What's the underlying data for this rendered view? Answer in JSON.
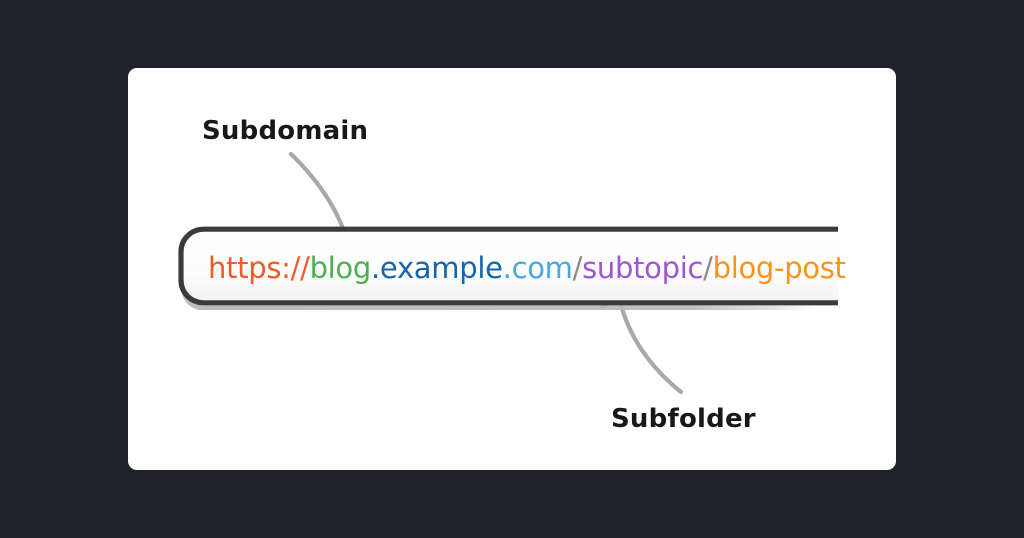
{
  "canvas": {
    "background_color": "#1f2329",
    "card_color": "#ffffff"
  },
  "diagram": {
    "title_text": "",
    "annotations": [
      {
        "id": "subdomain",
        "label": "Subdomain",
        "color": "#16181c",
        "points_to": "blog",
        "arrow_direction": "down",
        "arrow_color": "#a8a8a8"
      },
      {
        "id": "subfolder",
        "label": "Subfolder",
        "color": "#16181c",
        "points_to": "subtopic",
        "arrow_direction": "up",
        "arrow_color": "#a8a8a8"
      }
    ]
  },
  "urlbar": {
    "border_color": "#3b3b3d",
    "fill_color": "#fbfbfb",
    "full_url": "https://blog.example.com/subtopic/blog-post",
    "segments": [
      {
        "text": "https://",
        "role": "scheme",
        "color": "#f05a28"
      },
      {
        "text": "blog",
        "role": "subdomain",
        "color": "#4caf50"
      },
      {
        "text": ".",
        "role": "separator",
        "color": "#1565a8"
      },
      {
        "text": "example",
        "role": "domain",
        "color": "#1565a8"
      },
      {
        "text": ".",
        "role": "separator",
        "color": "#4aa6dd"
      },
      {
        "text": "com",
        "role": "tld",
        "color": "#4aa6dd"
      },
      {
        "text": "/",
        "role": "slash",
        "color": "#8a8a8a"
      },
      {
        "text": "subtopic",
        "role": "subfolder",
        "color": "#9b59d0"
      },
      {
        "text": "/",
        "role": "slash",
        "color": "#8a8a8a"
      },
      {
        "text": "blog-post",
        "role": "slug",
        "color": "#f7941e"
      }
    ]
  }
}
